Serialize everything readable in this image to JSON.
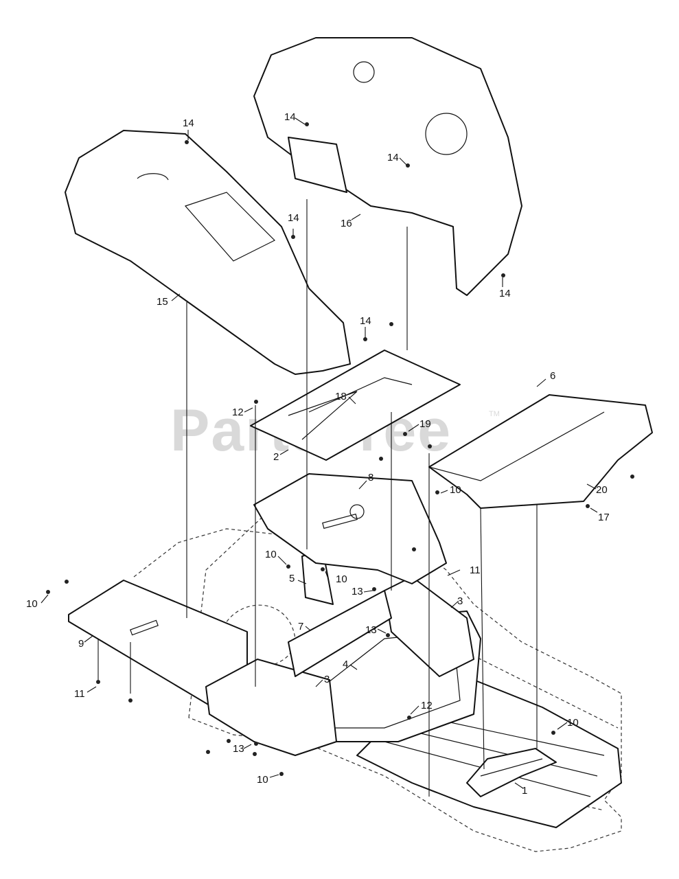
{
  "watermark": {
    "text": "PartsTree",
    "tm": "TM"
  },
  "callouts": [
    {
      "id": "c14a",
      "text": "14"
    },
    {
      "id": "c14b",
      "text": "14"
    },
    {
      "id": "c14c",
      "text": "14"
    },
    {
      "id": "c14d",
      "text": "14"
    },
    {
      "id": "c14e",
      "text": "14"
    },
    {
      "id": "c14f",
      "text": "14"
    },
    {
      "id": "c15",
      "text": "15"
    },
    {
      "id": "c16",
      "text": "16"
    },
    {
      "id": "c6",
      "text": "6"
    },
    {
      "id": "c12a",
      "text": "12"
    },
    {
      "id": "c18",
      "text": "18"
    },
    {
      "id": "c19",
      "text": "19"
    },
    {
      "id": "c2",
      "text": "2"
    },
    {
      "id": "c8",
      "text": "8"
    },
    {
      "id": "c10a",
      "text": "10"
    },
    {
      "id": "c20",
      "text": "20"
    },
    {
      "id": "c17",
      "text": "17"
    },
    {
      "id": "c10b",
      "text": "10"
    },
    {
      "id": "c10c",
      "text": "10"
    },
    {
      "id": "c5",
      "text": "5"
    },
    {
      "id": "c11a",
      "text": "11"
    },
    {
      "id": "c13a",
      "text": "13"
    },
    {
      "id": "c3a",
      "text": "3"
    },
    {
      "id": "c10d",
      "text": "10"
    },
    {
      "id": "c7",
      "text": "7"
    },
    {
      "id": "c13b",
      "text": "13"
    },
    {
      "id": "c9",
      "text": "9"
    },
    {
      "id": "c4",
      "text": "4"
    },
    {
      "id": "c3b",
      "text": "3"
    },
    {
      "id": "c11b",
      "text": "11"
    },
    {
      "id": "c12b",
      "text": "12"
    },
    {
      "id": "c10e",
      "text": "10"
    },
    {
      "id": "c13c",
      "text": "13"
    },
    {
      "id": "c10f",
      "text": "10"
    },
    {
      "id": "c1",
      "text": "1"
    }
  ]
}
